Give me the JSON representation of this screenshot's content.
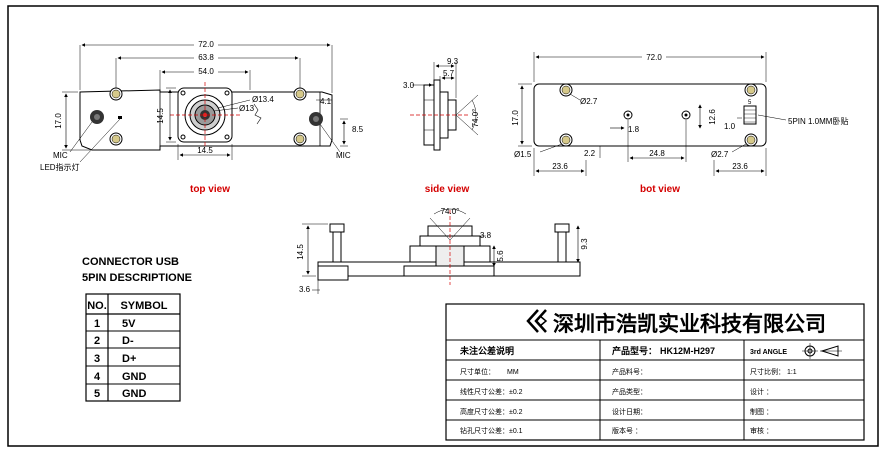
{
  "views": {
    "top": {
      "caption": "top view",
      "dims": {
        "overall": "72.0",
        "holes": "63.8",
        "middle": "54.0",
        "height": "17.0",
        "lens_h": "14.5",
        "lens_w": "14.5",
        "lens_outer": "Ø13.4",
        "lens_inner": "Ø13",
        "mic_offset": "4.1",
        "mic_v": "8.5"
      },
      "labels": {
        "mic_left": "MIC",
        "mic_right": "MIC",
        "led": "LED指示灯"
      }
    },
    "side": {
      "caption": "side view",
      "dims": {
        "d93": "9.3",
        "d57": "5.7",
        "d30": "3.0",
        "angle": "74.0°"
      }
    },
    "bot": {
      "caption": "bot view",
      "dims": {
        "overall": "72.0",
        "height": "17.0",
        "hole_tl": "Ø2.7",
        "hole_br": "Ø2.7",
        "hole_bl": "Ø1.5",
        "d126": "12.6",
        "d18": "1.8",
        "d10": "1.0",
        "d22": "2.2",
        "d248": "24.8",
        "d236_l": "23.6",
        "d236_r": "23.6",
        "conn_pins": "5"
      },
      "labels": {
        "connector": "5PIN 1.0MM卧贴"
      }
    },
    "front": {
      "dims": {
        "angle": "74.0°",
        "d38": "3.8",
        "d56": "5.6",
        "d93": "9.3",
        "d145": "14.5",
        "d36": "3.6"
      }
    }
  },
  "connector": {
    "title_line1": "CONNECTOR USB",
    "title_line2": "5PIN DESCRIPTIONE",
    "headers": [
      "NO.",
      "SYMBOL"
    ],
    "rows": [
      {
        "no": "1",
        "symbol": "5V"
      },
      {
        "no": "2",
        "symbol": "D-"
      },
      {
        "no": "3",
        "symbol": "D+"
      },
      {
        "no": "4",
        "symbol": "GND"
      },
      {
        "no": "5",
        "symbol": "GND"
      }
    ]
  },
  "title_block": {
    "company": "深圳市浩凯实业科技有限公司",
    "tolerance_title": "未注公差说明",
    "unit_label": "尺寸单位：",
    "unit_value": "MM",
    "linear_tol": "线性尺寸公差：±0.2",
    "height_tol": "高度尺寸公差：±0.2",
    "drill_tol": "钻孔尺寸公差：±0.1",
    "model_label": "产品型号：",
    "model_value": "HK12M-H297",
    "part_no": "产品料号：",
    "type": "产品类型：",
    "design_date": "设计日期：",
    "version": "版本号  ：",
    "angle": "3rd ANGLE",
    "scale": "尺寸比例：   1:1",
    "design": "设计    ：",
    "drafting": "制图    ：",
    "review": "审核    ："
  }
}
